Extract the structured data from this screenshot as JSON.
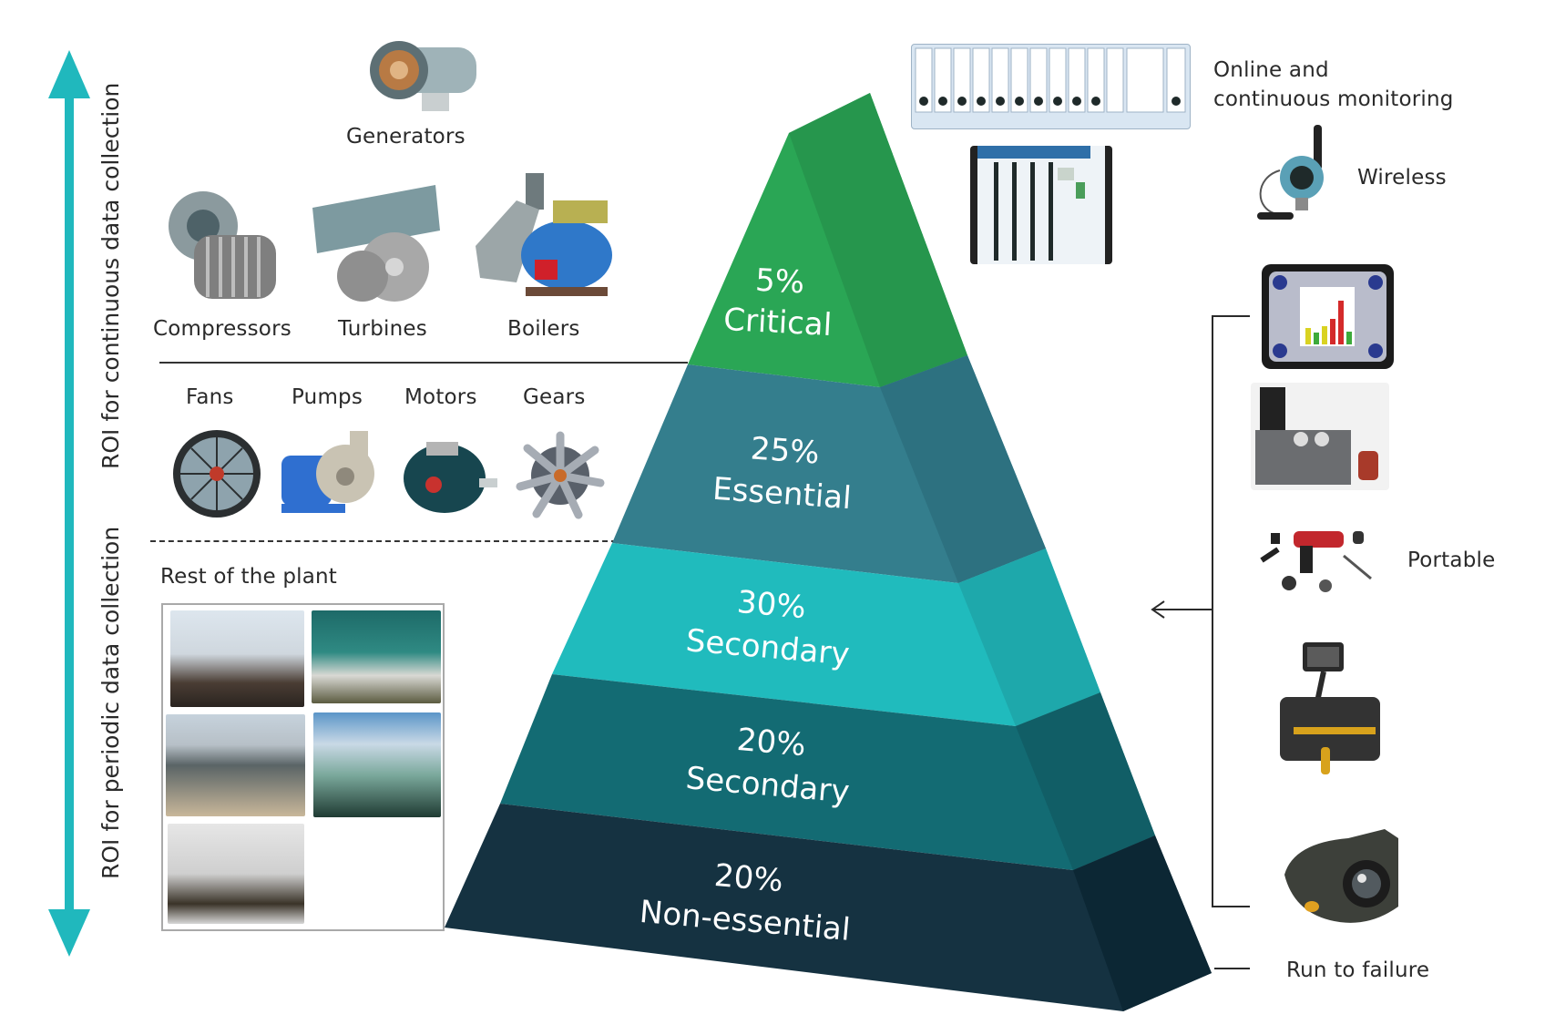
{
  "diagram": {
    "title": "Asset criticality pyramid and monitoring technologies",
    "accent_colors": {
      "arrow": "#20b8bd",
      "critical": "#2aa655",
      "essential": "#347e8d",
      "secondary_light": "#20bbbd",
      "secondary_dark": "#136b73",
      "non_essential": "#153241"
    },
    "roi_axis": {
      "top_label": "ROI for continuous data collection",
      "bottom_label": "ROI for periodic data collection",
      "icon": "double-headed-vertical-arrow"
    },
    "pyramid": {
      "layers": [
        {
          "percent": "5%",
          "name": "Critical",
          "share": 5
        },
        {
          "percent": "25%",
          "name": "Essential",
          "share": 25
        },
        {
          "percent": "30%",
          "name": "Secondary",
          "share": 30
        },
        {
          "percent": "20%",
          "name": "Secondary",
          "share": 20
        },
        {
          "percent": "20%",
          "name": "Non-essential",
          "share": 20
        }
      ]
    },
    "asset_groups": {
      "critical": {
        "items": [
          {
            "label": "Generators",
            "icon": "generator-image"
          },
          {
            "label": "Compressors",
            "icon": "compressor-image"
          },
          {
            "label": "Turbines",
            "icon": "turbine-image"
          },
          {
            "label": "Boilers",
            "icon": "boiler-image"
          }
        ]
      },
      "essential": {
        "items": [
          {
            "label": "Fans",
            "icon": "fan-image"
          },
          {
            "label": "Pumps",
            "icon": "pump-image"
          },
          {
            "label": "Motors",
            "icon": "motor-image"
          },
          {
            "label": "Gears",
            "icon": "gear-image"
          }
        ]
      },
      "rest": {
        "label": "Rest of the plant",
        "images": [
          "refinery-image",
          "power-station-image",
          "process-plant-image",
          "industrial-facility-image",
          "offshore-platform-image"
        ]
      }
    },
    "monitoring": {
      "online": {
        "label_line1": "Online and",
        "label_line2": "continuous monitoring",
        "icons": [
          "rack-monitor-image",
          "rack-system-image"
        ]
      },
      "wireless": {
        "label": "Wireless",
        "icon": "wireless-transmitter-image"
      },
      "portable": {
        "label": "Portable",
        "icons": [
          "handheld-analyzer-image",
          "calibrator-image",
          "strobe-kit-image",
          "borescope-image",
          "thermal-camera-image"
        ]
      },
      "run_to_failure": {
        "label": "Run to failure"
      }
    }
  }
}
